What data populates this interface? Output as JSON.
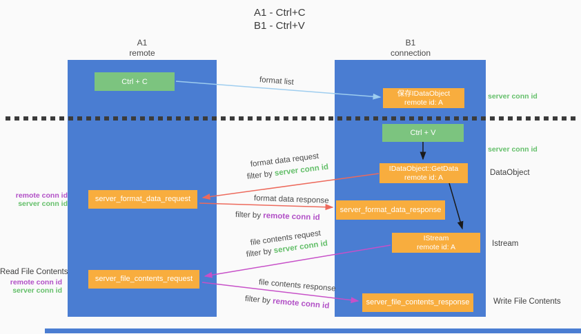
{
  "title": {
    "line1": "A1 - Ctrl+C",
    "line2": "B1 - Ctrl+V"
  },
  "columns": {
    "a": {
      "name": "A1",
      "subtitle": "remote"
    },
    "b": {
      "name": "B1",
      "subtitle": "connection"
    }
  },
  "boxes": {
    "ctrl_c": {
      "label": "Ctrl + C"
    },
    "save_idataobject": {
      "line1": "保存IDataObject",
      "line2": "remote id: A"
    },
    "ctrl_v": {
      "label": "Ctrl + V"
    },
    "idataobject_getdata": {
      "line1": "IDataObject::GetData",
      "line2": "remote id: A"
    },
    "server_format_data_request": {
      "label": "server_format_data_request"
    },
    "server_format_data_response": {
      "label": "server_format_data_response"
    },
    "istream": {
      "line1": "IStream",
      "line2": "remote id: A"
    },
    "server_file_contents_request": {
      "label": "server_file_contents_request"
    },
    "server_file_contents_response": {
      "label": "server_file_contents_response"
    }
  },
  "annotations": {
    "server_conn_id_top": "server conn id",
    "server_conn_id_mid": "server conn id",
    "dataobject": "DataObject",
    "istream_side": "Istream",
    "write_file_contents": "Write File Contents",
    "read_file_contents": "Read File Contents",
    "format_remote_conn_id": "remote conn id",
    "format_server_conn_id": "server conn id",
    "file_remote_conn_id": "remote conn id",
    "file_server_conn_id": "server conn id"
  },
  "arrows": {
    "format_list": {
      "label": "format list"
    },
    "format_data_request": {
      "label": "format data request",
      "filter_prefix": "filter by",
      "filter_id": "server conn id"
    },
    "format_data_response": {
      "label": "format data response",
      "filter_prefix": "filter by",
      "filter_id": "remote conn id"
    },
    "file_contents_request": {
      "label": "file contents request",
      "filter_prefix": "filter by",
      "filter_id": "server conn id"
    },
    "file_contents_response": {
      "label": "file contents response",
      "filter_prefix": "filter by",
      "filter_id": "remote conn id"
    }
  },
  "colors": {
    "background": "#fafafa",
    "column_blue": "#4a7dd2",
    "box_green": "#7cc47f",
    "box_orange": "#f8ad3e",
    "label_green": "#64bf6a",
    "label_purple": "#b14fc6",
    "arrow_lightblue": "#9ecdef",
    "arrow_red": "#ed6a5c",
    "arrow_magenta": "#c750c8",
    "arrow_black": "#1a1a1a",
    "dotted_line": "#3b3b3b"
  }
}
